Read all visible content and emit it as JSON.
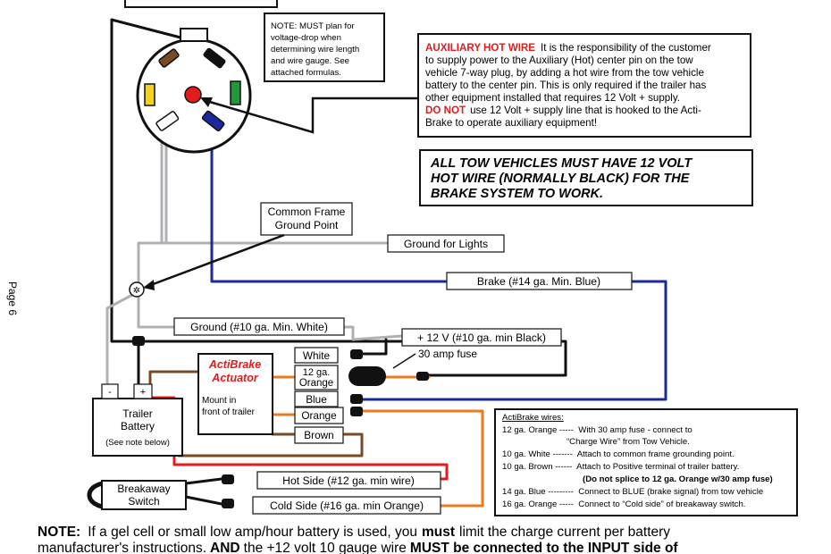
{
  "page_side_label": "Page 6",
  "notes": {
    "voltage_drop": [
      "NOTE: MUST plan for",
      "voltage-drop when",
      "determining wire length",
      "and wire gauge.  See",
      "attached formulas."
    ],
    "aux_hot_wire": {
      "title": "AUXILIARY HOT WIRE",
      "line1_rest": "It is the responsibility of the customer",
      "lines": [
        "to supply power to the Auxiliary (Hot) center pin on the tow",
        "vehicle 7-way plug, by adding a hot wire from the tow vehicle",
        "battery to the center pin.  This is only required if the trailer has",
        "other equipment installed that requires 12 Volt + supply."
      ],
      "do_not": "DO NOT",
      "line6_rest": "use 12 Volt + supply line that is hooked to the Acti-",
      "line7": "Brake to operate auxiliary equipment!"
    },
    "tow_vehicle": [
      "ALL TOW VEHICLES MUST HAVE 12 VOLT",
      "HOT WIRE (NORMALLY BLACK) FOR THE",
      "BRAKE SYSTEM TO WORK."
    ],
    "bottom": {
      "prefix": "NOTE:",
      "line1_a": "If a gel cell or small low amp/hour battery is used, you",
      "line1_b": "must",
      "line1_c": "limit the charge current per battery",
      "line2_a": "manufacturer's instructions.",
      "line2_b": "AND",
      "line2_c": "the +12 volt 10 gauge wire",
      "line2_d": "MUST be connected to the INPUT side of"
    }
  },
  "labels": {
    "common_ground": [
      "Common Frame",
      "Ground Point"
    ],
    "ground_lights": "Ground for Lights",
    "brake_wire": "Brake (#14 ga. Min. Blue)",
    "ground_wire": "Ground (#10 ga. Min. White)",
    "plus12v": "+ 12 V (#10 ga. min Black)",
    "fuse": "30 amp fuse",
    "hot_side": "Hot Side (#12 ga. min wire)",
    "cold_side": "Cold Side (#16 ga. min Orange)"
  },
  "actuator": {
    "title": [
      "ActiBrake",
      "Actuator"
    ],
    "mount": [
      "Mount in",
      "front of trailer"
    ],
    "wires": {
      "white": "White",
      "orange12": [
        "12 ga.",
        "Orange"
      ],
      "blue": "Blue",
      "orange": "Orange",
      "brown": "Brown"
    }
  },
  "battery": {
    "title": [
      "Trailer",
      "Battery"
    ],
    "note": "(See note below)",
    "minus": "-",
    "plus": "+"
  },
  "breakaway": [
    "Breakaway",
    "Switch"
  ],
  "legend": {
    "title": "ActiBrake wires:",
    "rows": [
      "12 ga. Orange -----  With 30 amp fuse - connect to",
      "                           “Charge Wire” from Tow Vehicle.",
      "10 ga. White -------  Attach to common frame grounding point.",
      "10 ga. Brown ------  Attach to Positive terminal of trailer battery.",
      "14 ga. Blue ---------  Connect to BLUE (brake signal) from tow vehicle",
      "16 ga. Orange -----  Connect to “Cold side” of breakaway switch."
    ],
    "bold_row": "(Do not splice to 12 ga. Orange w/30 amp fuse)"
  },
  "colors": {
    "black": "#111111",
    "gray": "#aeb0b3",
    "blue": "#1a2a9c",
    "red": "#e41b1b",
    "orange": "#ec7a1f",
    "brown": "#7a4a26",
    "yellow": "#f2d21b",
    "green": "#1f9a3a"
  }
}
